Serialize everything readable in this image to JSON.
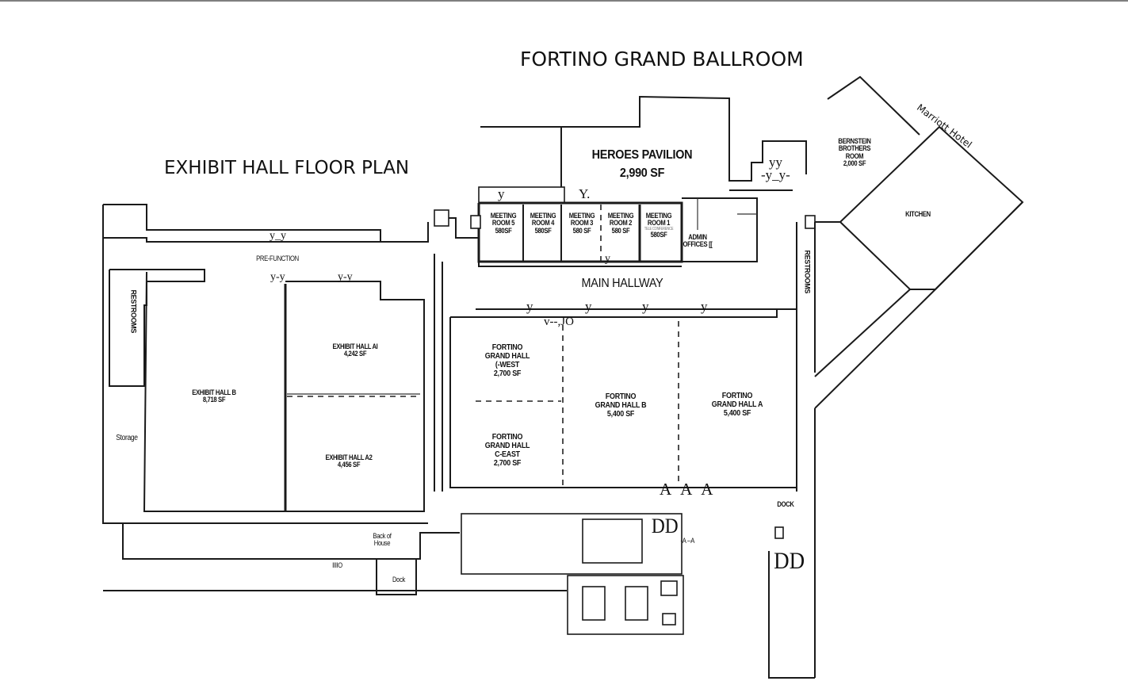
{
  "titles": {
    "ballroom": "FORTINO GRAND BALLROOM",
    "exhibit": "EXHIBIT HALL FLOOR PLAN"
  },
  "external": {
    "marriott": "Marriott Hotel",
    "bernstein": [
      "BERNSTEIN",
      "BROTHERS",
      "ROOM",
      "2,000 SF"
    ],
    "kitchen": "KITCHEN"
  },
  "heroes": {
    "name": "HEROES PAVILION",
    "area": "2,990 SF"
  },
  "meeting_rooms": [
    {
      "l1": "MEETING",
      "l2": "ROOM 5",
      "l3": "580SF"
    },
    {
      "l1": "MEETING",
      "l2": "ROOM 4",
      "l3": "580SF"
    },
    {
      "l1": "MEETING",
      "l2": "ROOM 3",
      "l3": "580 SF"
    },
    {
      "l1": "MEETING",
      "l2": "ROOM 2",
      "l3": "580 SF"
    },
    {
      "l1": "MEETING",
      "l2": "ROOM 1",
      "l3": "580SF"
    }
  ],
  "admin": [
    "ADMIN",
    "OFFICES [["
  ],
  "main_hallway": "MAIN HALLWAY",
  "pre_function": "PRE-FUNCTION",
  "restrooms_left": "RESTROOMS",
  "restrooms_right": "RESTROOMS",
  "storage": "Storage",
  "exhibit_halls": {
    "b": {
      "name": "EXHIBIT HALL B",
      "area": "8,718 SF"
    },
    "a1": {
      "name": "EXHIBIT HALL AI",
      "area": "4,242 SF"
    },
    "a2": {
      "name": "EXHIBIT HALL A2",
      "area": "4,456 SF"
    }
  },
  "grand_halls": {
    "c_west": [
      "FORTINO",
      "GRAND HALL",
      "(-WEST",
      "2,700 SF"
    ],
    "c_east": [
      "FORTINO",
      "GRAND HALL",
      "C-EAST",
      "2,700 SF"
    ],
    "b": [
      "FORTINO",
      "GRAND HALL B",
      "5,400 SF"
    ],
    "a": [
      "FORTINO",
      "GRAND HALL A",
      "5,400 SF"
    ]
  },
  "back_of_house": [
    "Back of",
    "House"
  ],
  "dock_left": "Dock",
  "dock_right": "DOCK",
  "marks": {
    "dd1": "DD",
    "dd2": "DD",
    "aaa": "A A A",
    "vjo": "v--,JO",
    "yy_top": "yy",
    "y_top2": "-y_y-",
    "y_door1": "y",
    "y_door2": "Y.",
    "y_pre": "y_y",
    "y_ex1": "y-y",
    "y_ex2": "y-y",
    "y_hall": "y",
    "y_gh1": "y",
    "y_gh2": "y",
    "y_gh3": "y",
    "y_gh4": "y",
    "tele": "TELE CONFERENCE",
    "io": "IIIIO",
    "a_small": "-A --A"
  }
}
